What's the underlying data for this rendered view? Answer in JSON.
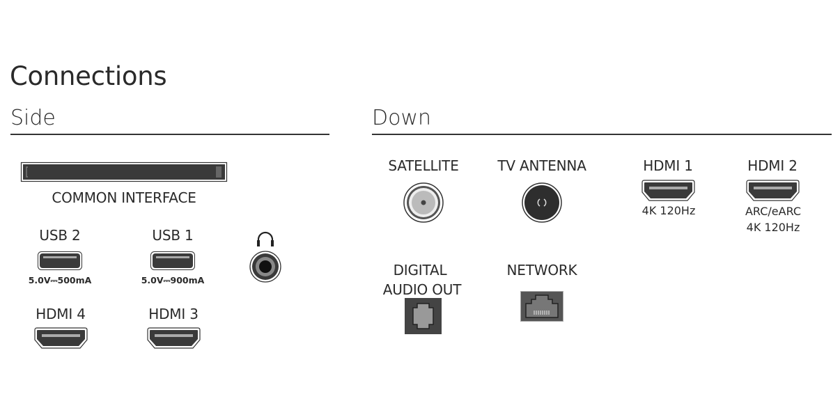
{
  "title": "Connections",
  "side": {
    "heading": "Side",
    "common_interface": "COMMON INTERFACE",
    "usb2": {
      "label": "USB 2",
      "spec": "5.0V⎓500mA"
    },
    "usb1": {
      "label": "USB 1",
      "spec": "5.0V⎓900mA"
    },
    "hdmi4": {
      "label": "HDMI 4"
    },
    "hdmi3": {
      "label": "HDMI 3"
    }
  },
  "down": {
    "heading": "Down",
    "satellite": "SATELLITE",
    "tv_antenna": "TV ANTENNA",
    "hdmi1": {
      "label": "HDMI 1",
      "spec": "4K 120Hz"
    },
    "hdmi2": {
      "label": "HDMI 2",
      "spec1": "ARC/eARC",
      "spec2": "4K 120Hz"
    },
    "digital_audio": {
      "line1": "DIGITAL",
      "line2": "AUDIO OUT"
    },
    "network": "NETWORK"
  }
}
